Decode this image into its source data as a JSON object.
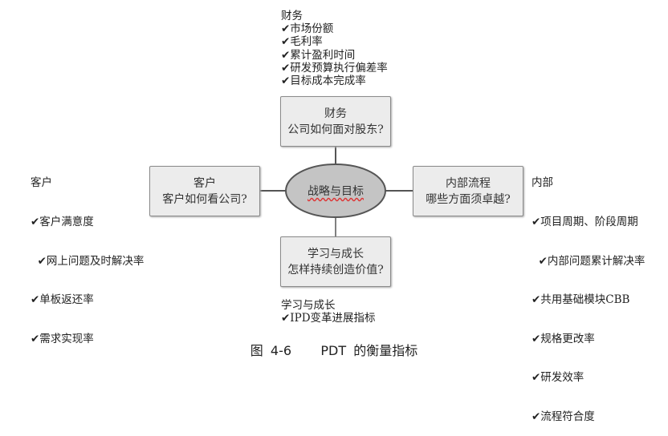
{
  "finance": {
    "title": "财务",
    "items": [
      "✔市场份额",
      "✔毛利率",
      "✔累计盈利时间",
      "✔研发预算执行偏差率",
      "✔目标成本完成率"
    ],
    "box_line1": "财务",
    "box_line2": "公司如何面对股东?"
  },
  "customer": {
    "title": "客户",
    "items": [
      "✔客户满意度",
      "  ✔网上问题及时解决率",
      "✔单板返还率",
      "✔需求实现率"
    ],
    "box_line1": "客户",
    "box_line2": "客户如何看公司?"
  },
  "internal": {
    "title": "内部",
    "items": [
      "✔项目周期、阶段周期",
      "  ✔内部问题累计解决率",
      "✔共用基础模块CBB",
      "✔规格更改率",
      "✔研发效率",
      "✔流程符合度"
    ],
    "box_line1": "内部流程",
    "box_line2": "哪些方面须卓越?"
  },
  "learning": {
    "title": "学习与成长",
    "items": [
      "✔IPD变革进展指标"
    ],
    "box_line1": "学习与成长",
    "box_line2": "怎样持续创造价值?"
  },
  "center": "战略与目标",
  "caption": "图 4-6    PDT 的衡量指标"
}
